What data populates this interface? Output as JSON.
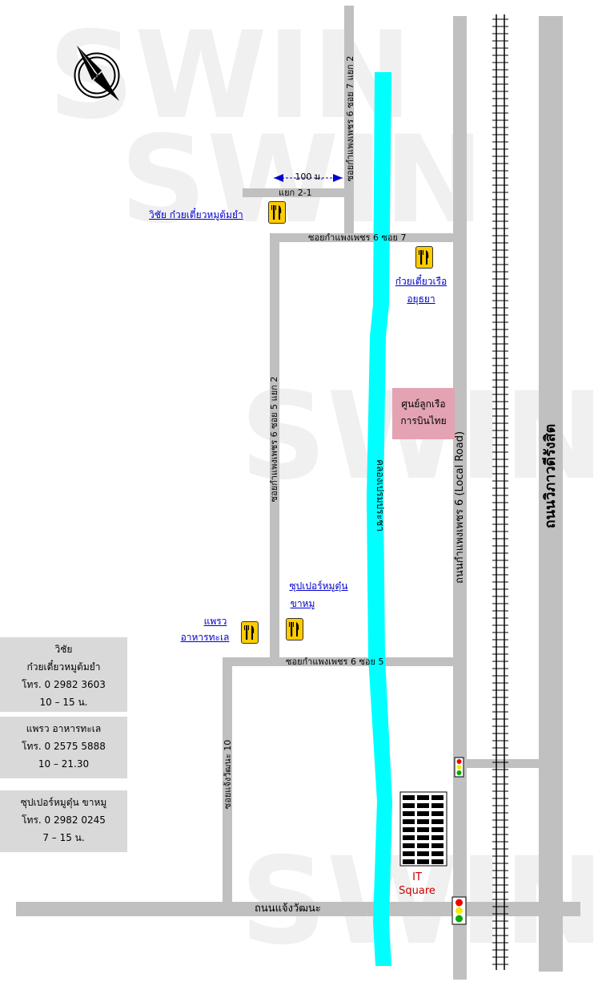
{
  "watermark_text": "SWIN",
  "colors": {
    "road": "#c0c0c0",
    "canal": "#00ffff",
    "info_box": "#d9d9d9",
    "crew_center": "#e3a3b3",
    "restaurant_icon": "#ffcc00",
    "link": "#0000cc",
    "it_square_label": "#cc0000"
  },
  "icons": {
    "compass": "compass-icon",
    "restaurant": "fork-knife-icon",
    "traffic_light": "traffic-light-icon",
    "building": "building-icon",
    "railway": "railway-track-icon"
  },
  "roads": {
    "soi7_yaek2": "ซอยกำแพงเพชร 6 ซอย 7 แยก 2",
    "yaek21": "แยก 2-1",
    "soi7": "ซอยกำแพงเพชร 6 ซอย 7",
    "soi5_yaek2": "ซอยกำแพงเพชร 6 ซอย 5 แยก 2",
    "soi5": "ซอยกำแพงเพชร 6 ซอย 5",
    "chaeng_soi10": "ซอยแจ้งวัฒนะ 10",
    "chaengwattana": "ถนนแจ้งวัฒนะ",
    "kamphaeng": "ถนนกำแพงเพชร 6 (Local Road)",
    "vibhavadi": "ถนนวิภาวดีรังสิต",
    "canal": "คลองเปรมประชา"
  },
  "distance_label": "100 ม.",
  "places": {
    "wichai_link": "วิชัย ก๋วยเตี๋ยวหมูต้มยำ",
    "ayutthaya_line1": "ก๋วยเตี๋ยวเรือ",
    "ayutthaya_line2": "อยุธยา",
    "crew_line1": "ศูนย์ลูกเรือ",
    "crew_line2": "การบินไทย",
    "super_line1": "ซุปเปอร์หมูตุ๋น",
    "super_line2": "ขาหมู",
    "phrae_line1": "แพรว",
    "phrae_line2": "อาหารทะเล",
    "it_line1": "IT",
    "it_line2": "Square"
  },
  "info_boxes": [
    {
      "lines": [
        "วิชัย",
        "ก๋วยเตี๋ยวหมูต้มยำ",
        "โทร. 0 2982 3603",
        "10 – 15 น."
      ]
    },
    {
      "lines": [
        "แพรว อาหารทะเล",
        "โทร. 0 2575 5888",
        "10 – 21.30"
      ]
    },
    {
      "lines": [
        "ซุปเปอร์หมูตุ๋น ขาหมู",
        "โทร. 0 2982 0245",
        "7 – 15 น."
      ]
    }
  ]
}
